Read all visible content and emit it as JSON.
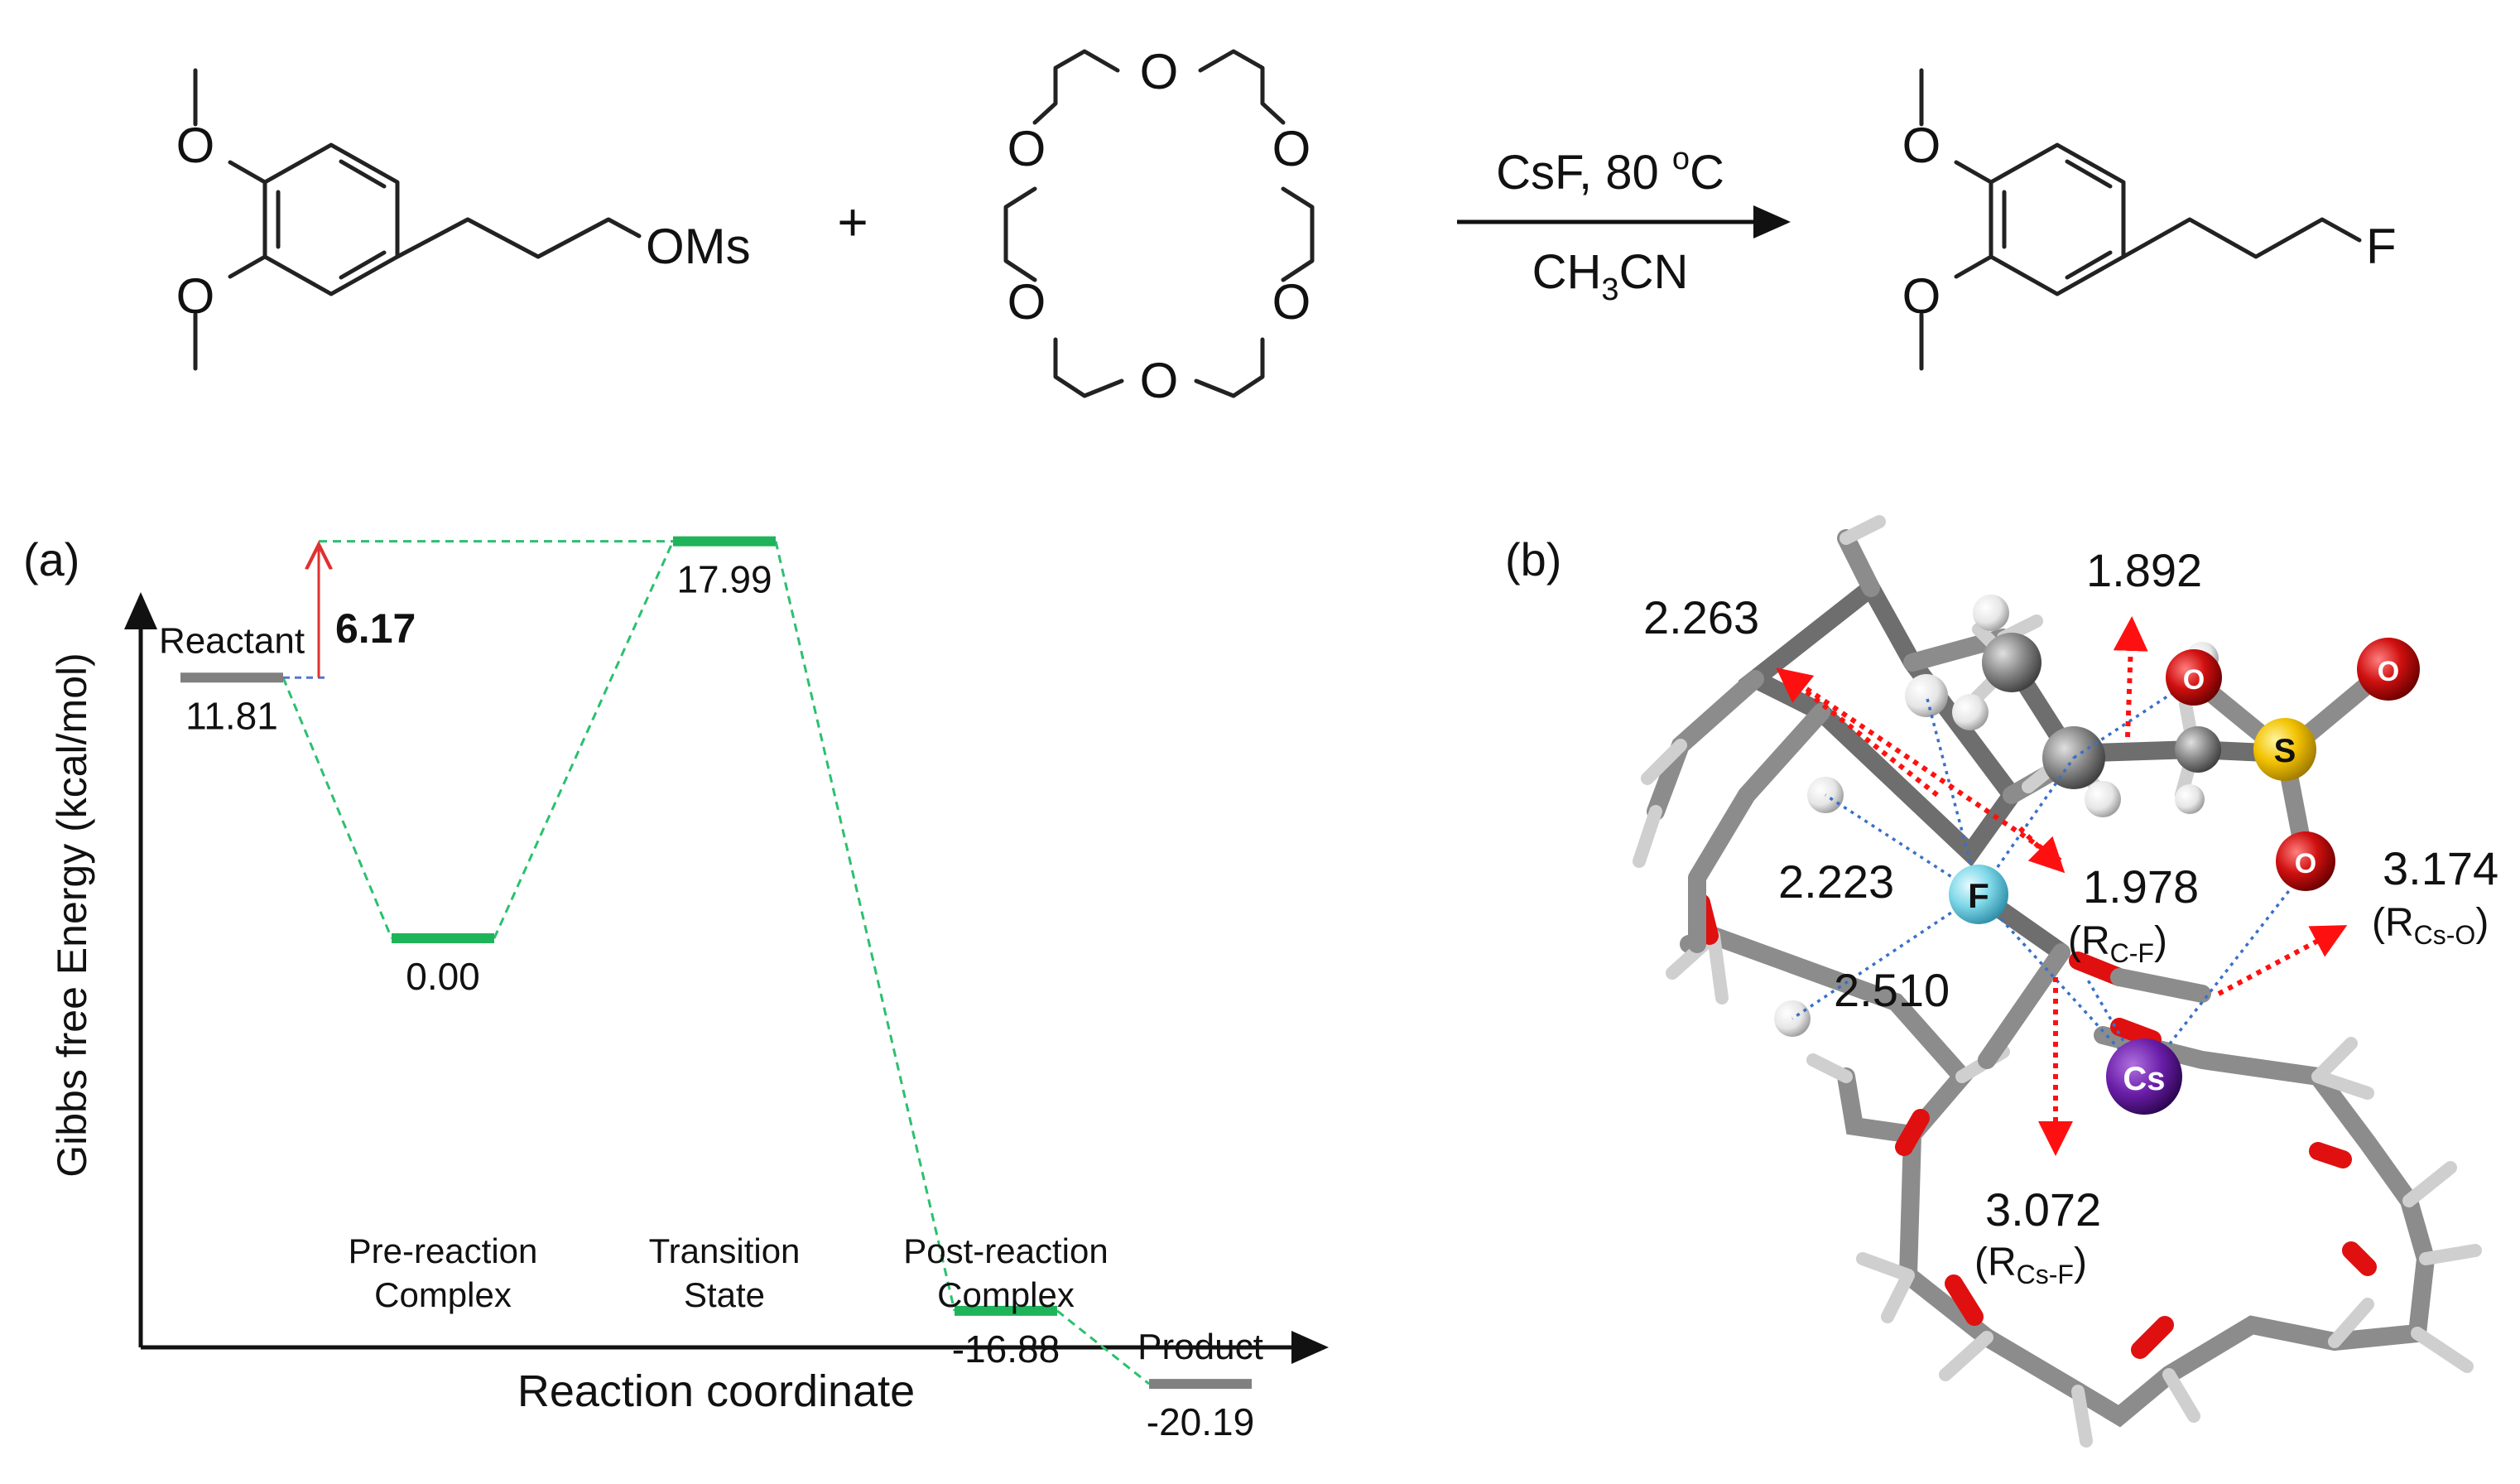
{
  "scheme": {
    "reactant_leaving_group": "OMs",
    "plus": "+",
    "crown_oxygen": "O",
    "methoxy_oxygen": "O",
    "conditions_top": "CsF, 80 °C",
    "conditions_top_prefix": "CsF, 80 ",
    "conditions_top_super": "o",
    "conditions_top_suffix": "C",
    "conditions_bottom_prefix": "CH",
    "conditions_bottom_sub": "3",
    "conditions_bottom_suffix": "CN",
    "product_halogen": "F"
  },
  "panel_a": {
    "panel_label": "(a)",
    "chart_data": {
      "type": "energy-profile",
      "ylabel": "Gibbs free Energy (kcal/mol)",
      "xlabel": "Reaction coordinate",
      "unit": "kcal/mol",
      "barrier_label": "6.17",
      "barrier_value": 6.17,
      "states": [
        {
          "label": "Reactant",
          "value": 11.81,
          "value_label": "11.81",
          "color": "#808080"
        },
        {
          "label": "Pre-reaction Complex",
          "line1": "Pre-reaction",
          "line2": "Complex",
          "value": 0.0,
          "value_label": "0.00",
          "color": "#1fb45a"
        },
        {
          "label": "Transition State",
          "line1": "Transition",
          "line2": "State",
          "value": 17.99,
          "value_label": "17.99",
          "color": "#1fb45a"
        },
        {
          "label": "Post-reaction Complex",
          "line1": "Post-reaction",
          "line2": "Complex",
          "value": -16.88,
          "value_label": "-16.88",
          "color": "#1fb45a"
        },
        {
          "label": "Product",
          "value": -20.19,
          "value_label": "-20.19",
          "color": "#808080"
        }
      ],
      "connector_color": "#2bc06e",
      "barrier_arrow_color": "#e03030"
    }
  },
  "panel_b": {
    "panel_label": "(b)",
    "atoms": {
      "fluorine": "F",
      "cesium": "Cs",
      "sulfur": "S",
      "oxygen": "O"
    },
    "colors": {
      "fluorine": "#7fd8e8",
      "cesium": "#6a1ea8",
      "sulfur": "#f2c200",
      "oxygen": "#d01010",
      "carbon": "#8c8c8c",
      "hydrogen": "#e6e6e6"
    },
    "distances": [
      {
        "value": "2.263"
      },
      {
        "value": "1.892"
      },
      {
        "value": "2.223"
      },
      {
        "value": "1.978",
        "tag_prefix": "(R",
        "tag_sub": "C-F",
        "tag_suffix": ")"
      },
      {
        "value": "3.174",
        "tag_prefix": "(R",
        "tag_sub": "Cs-O",
        "tag_suffix": ")"
      },
      {
        "value": "2.510"
      },
      {
        "value": "3.072",
        "tag_prefix": "(R",
        "tag_sub": "Cs-F",
        "tag_suffix": ")"
      }
    ]
  }
}
